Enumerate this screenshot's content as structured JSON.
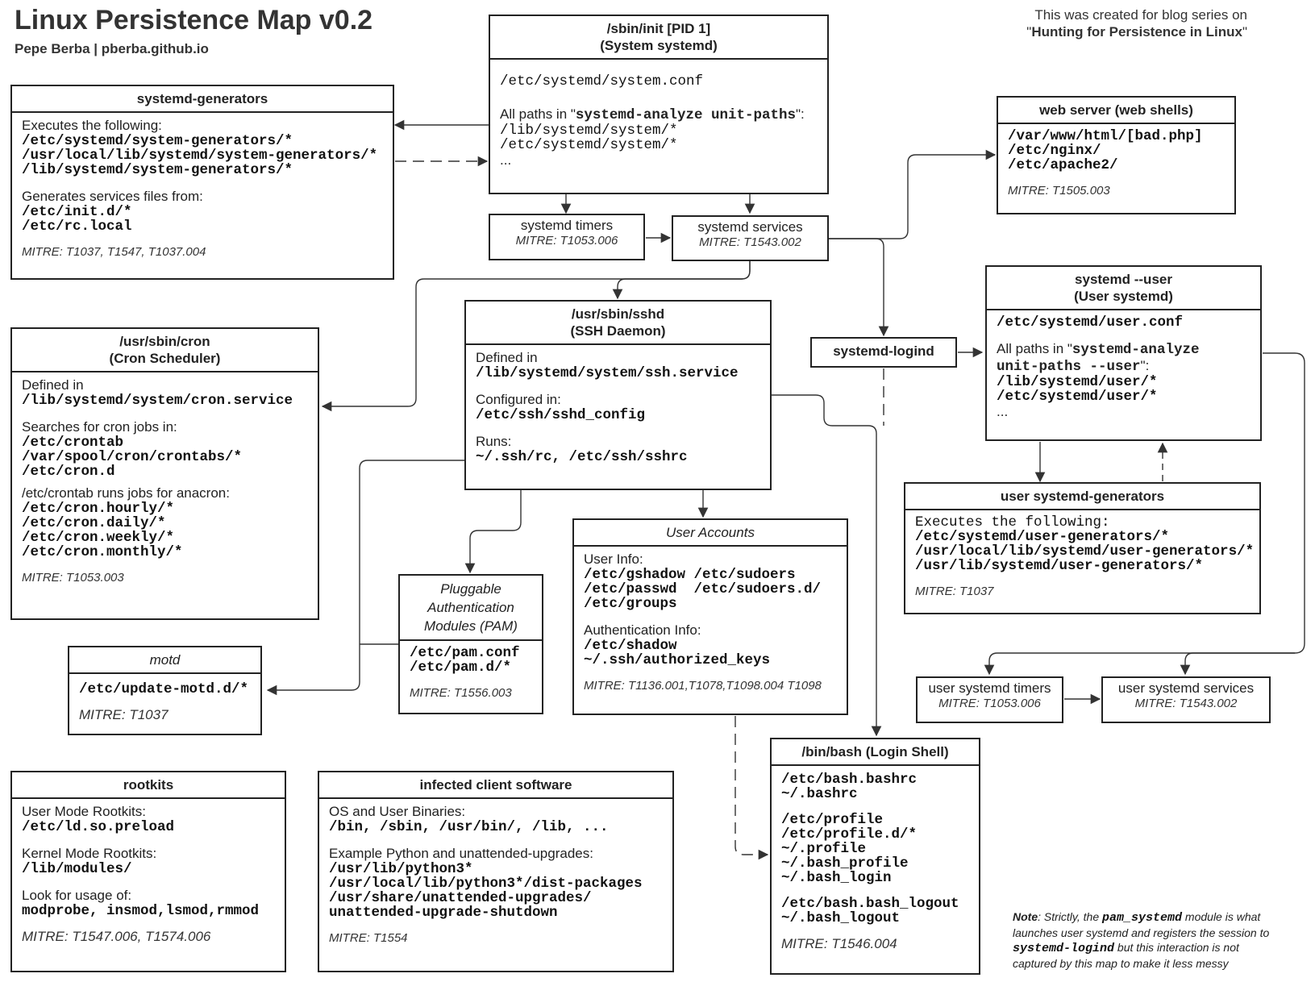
{
  "header": {
    "title": "Linux Persistence Map v0.2",
    "author": "Pepe Berba | pberba.github.io",
    "blog_line1": "This was created for blog series on",
    "blog_quote_open": "\"",
    "blog_series": "Hunting for Persistence in Linux",
    "blog_quote_close": "\""
  },
  "nodes": {
    "init": {
      "title1": "/sbin/init [PID 1]",
      "title2": "(System systemd)",
      "conf": "/etc/systemd/system.conf",
      "paths_prefix": "All paths in \"",
      "paths_cmd": "systemd-analyze unit-paths",
      "paths_suffix": "\":",
      "path1": "/lib/systemd/system/*",
      "path2": "/etc/systemd/system/*",
      "ellipsis": "..."
    },
    "generators": {
      "title": "systemd-generators",
      "exec_label": "Executes the following:",
      "exec1": "/etc/systemd/system-generators/*",
      "exec2": "/usr/local/lib/systemd/system-generators/*",
      "exec3": "/lib/systemd/system-generators/*",
      "gen_label": "Generates services files from:",
      "gen1": "/etc/init.d/*",
      "gen2": "/etc/rc.local",
      "mitre": "MITRE: T1037, T1547, T1037.004"
    },
    "timers": {
      "name": "systemd timers",
      "mitre": "MITRE: T1053.006"
    },
    "services": {
      "name": "systemd services",
      "mitre": "MITRE: T1543.002"
    },
    "webserver": {
      "title": "web server (web shells)",
      "p1": "/var/www/html/[bad.php]",
      "p2": "/etc/nginx/",
      "p3": "/etc/apache2/",
      "mitre": "MITRE: T1505.003"
    },
    "cron": {
      "title1": "/usr/sbin/cron",
      "title2": "(Cron Scheduler)",
      "def_label": "Defined in",
      "def_path": "/lib/systemd/system/cron.service",
      "search_label": "Searches for cron jobs in:",
      "s1": "/etc/crontab",
      "s2": "/var/spool/cron/crontabs/*",
      "s3": "/etc/cron.d",
      "ana_label": "/etc/crontab runs jobs for anacron:",
      "a1": "/etc/cron.hourly/*",
      "a2": "/etc/cron.daily/*",
      "a3": "/etc/cron.weekly/*",
      "a4": "/etc/cron.monthly/*",
      "mitre": "MITRE: T1053.003"
    },
    "sshd": {
      "title1": "/usr/sbin/sshd",
      "title2": "(SSH Daemon)",
      "def_label": "Defined in",
      "def_path": "/lib/systemd/system/ssh.service",
      "conf_label": "Configured in:",
      "conf_path": "/etc/ssh/sshd_config",
      "runs_label": "Runs:",
      "runs_path": "~/.ssh/rc, /etc/ssh/sshrc"
    },
    "logind": {
      "name": "systemd-logind"
    },
    "user_systemd": {
      "title1": "systemd --user",
      "title2": "(User systemd)",
      "conf": "/etc/systemd/user.conf",
      "paths_prefix": "All paths in \"",
      "paths_cmd1": "systemd-analyze",
      "paths_cmd2": "unit-paths --user",
      "paths_suffix": "\":",
      "path1": "/lib/systemd/user/*",
      "path2": "/etc/systemd/user/*",
      "ellipsis": "..."
    },
    "user_generators": {
      "title": "user systemd-generators",
      "exec_label": "Executes the following:",
      "e1": "/etc/systemd/user-generators/*",
      "e2": "/usr/local/lib/systemd/user-generators/*",
      "e3": "/usr/lib/systemd/user-generators/*",
      "mitre": "MITRE: T1037"
    },
    "user_timers": {
      "name": "user systemd timers",
      "mitre": "MITRE: T1053.006"
    },
    "user_services": {
      "name": "user systemd services",
      "mitre": "MITRE: T1543.002"
    },
    "pam": {
      "title1": "Pluggable",
      "title2": "Authentication",
      "title3": "Modules (PAM)",
      "p1": "/etc/pam.conf",
      "p2": "/etc/pam.d/*",
      "mitre": "MITRE: T1556.003"
    },
    "accounts": {
      "title": "User Accounts",
      "info_label": "User Info:",
      "i1": "/etc/gshadow /etc/sudoers",
      "i2": "/etc/passwd  /etc/sudoers.d/",
      "i3": "/etc/groups",
      "auth_label": "Authentication Info:",
      "a1": "/etc/shadow",
      "a2": "~/.ssh/authorized_keys",
      "mitre": "MITRE: T1136.001,T1078,T1098.004 T1098"
    },
    "motd": {
      "title": "motd",
      "path": "/etc/update-motd.d/*",
      "mitre": "MITRE: T1037"
    },
    "bash": {
      "title": "/bin/bash (Login Shell)",
      "b1": "/etc/bash.bashrc",
      "b2": "~/.bashrc",
      "b3": "/etc/profile",
      "b4": "/etc/profile.d/*",
      "b5": "~/.profile",
      "b6": "~/.bash_profile",
      "b7": "~/.bash_login",
      "b8": "/etc/bash.bash_logout",
      "b9": "~/.bash_logout",
      "mitre": "MITRE: T1546.004"
    },
    "rootkits": {
      "title": "rootkits",
      "um_label": "User Mode Rootkits:",
      "um_path": "/etc/ld.so.preload",
      "km_label": "Kernel Mode Rootkits:",
      "km_path": "/lib/modules/",
      "look_label": "Look for usage of:",
      "look_cmds": "modprobe, insmod,lsmod,rmmod",
      "mitre": "MITRE: T1547.006, T1574.006"
    },
    "infected": {
      "title": "infected client software",
      "os_label": "OS and User Binaries:",
      "os_paths": "/bin, /sbin, /usr/bin/, /lib, ...",
      "py_label": "Example Python and unattended-upgrades:",
      "p1": "/usr/lib/python3*",
      "p2": "/usr/local/lib/python3*/dist-packages",
      "p3": "/usr/share/unattended-upgrades/",
      "p4": "unattended-upgrade-shutdown",
      "mitre": "MITRE: T1554"
    }
  },
  "note": {
    "lead": "Note",
    "t1": ": Strictly, the ",
    "module": "pam_systemd",
    "t2": "  module is what launches user systemd and registers the session to ",
    "logind": "systemd-logind",
    "t3": "  but this interaction is not captured by this map to make it less messy"
  }
}
